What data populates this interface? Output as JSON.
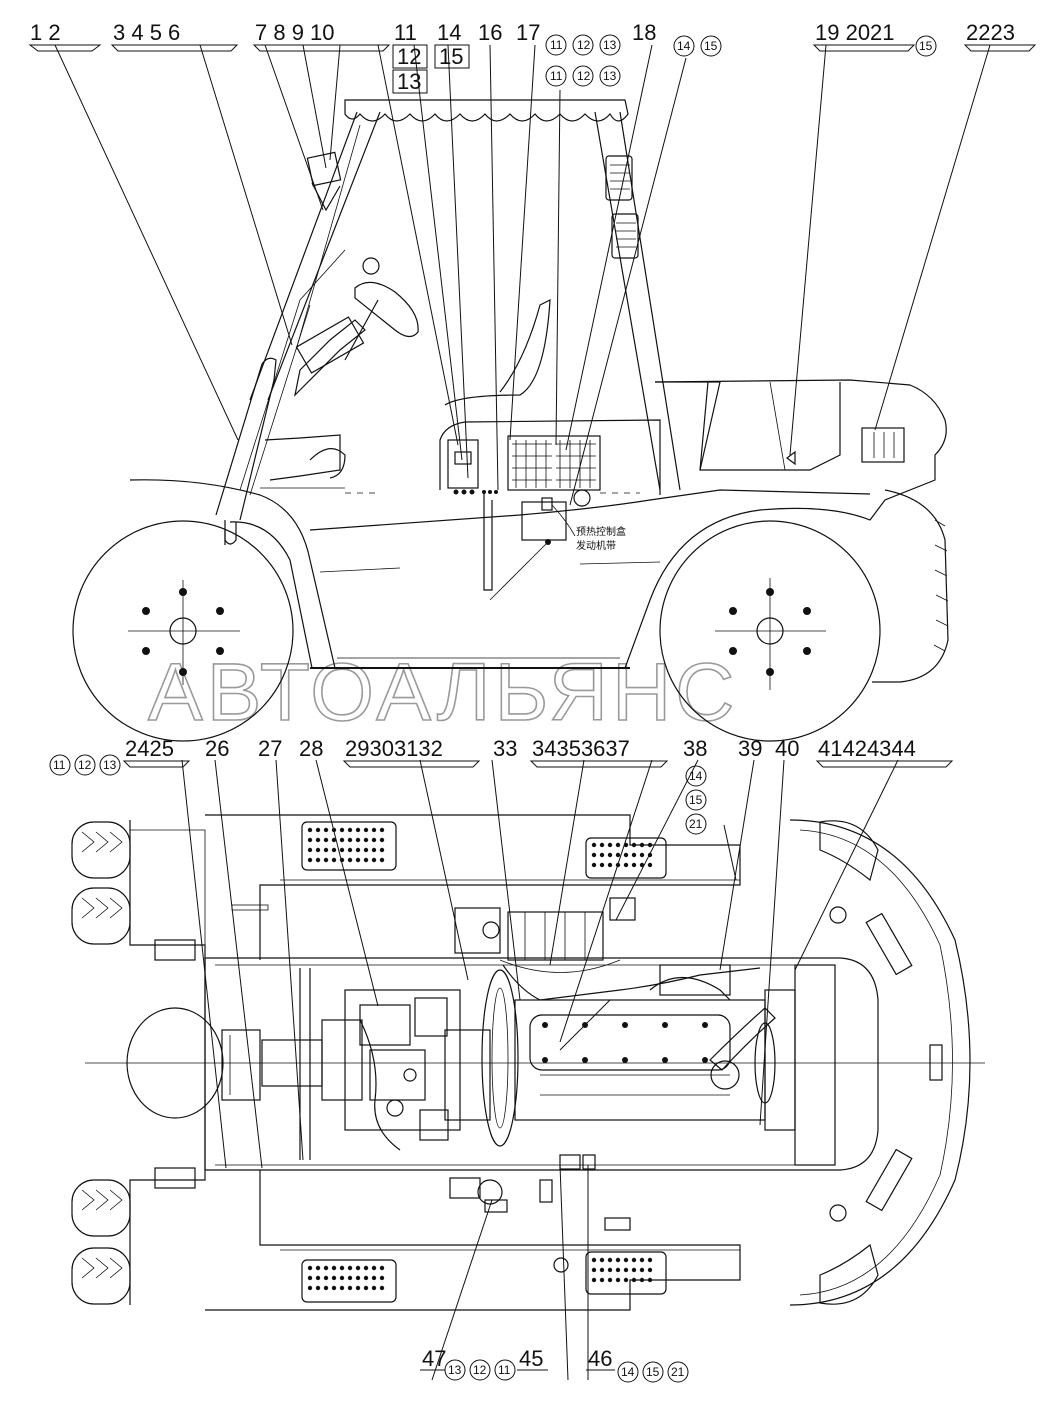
{
  "watermark": "АВТОАЛЬЯНС",
  "side_view": {
    "label_groups": [
      {
        "id": "g1",
        "text": "1  2"
      },
      {
        "id": "g2",
        "text": "3  4  5  6"
      },
      {
        "id": "g3",
        "text": "7  8  9 10"
      },
      {
        "id": "g4",
        "text": "11"
      },
      {
        "id": "g5",
        "text": "14"
      },
      {
        "id": "g6",
        "text": "16"
      },
      {
        "id": "g7",
        "text": "17"
      },
      {
        "id": "g8",
        "text": "18"
      },
      {
        "id": "g9",
        "text": "19 2021"
      },
      {
        "id": "g10",
        "text": "2223"
      }
    ],
    "boxed_labels": [
      "12",
      "13",
      "15"
    ],
    "circled_groups": [
      {
        "id": "c1",
        "nums": [
          "11",
          "12",
          "13"
        ]
      },
      {
        "id": "c2",
        "nums": [
          "11",
          "12",
          "13"
        ]
      },
      {
        "id": "c3",
        "nums": [
          "14",
          "15"
        ]
      },
      {
        "id": "c4",
        "nums": [
          "15"
        ]
      }
    ],
    "box_text_1": "预热控制盒",
    "box_text_2": "发动机带"
  },
  "top_view": {
    "label_groups": [
      {
        "id": "t1",
        "text": "2425"
      },
      {
        "id": "t2",
        "text": "26"
      },
      {
        "id": "t3",
        "text": "27"
      },
      {
        "id": "t4",
        "text": "28"
      },
      {
        "id": "t5",
        "text": "29303132"
      },
      {
        "id": "t6",
        "text": "33"
      },
      {
        "id": "t7",
        "text": "34353637"
      },
      {
        "id": "t8",
        "text": "38"
      },
      {
        "id": "t9",
        "text": "39"
      },
      {
        "id": "t10",
        "text": "40"
      },
      {
        "id": "t11",
        "text": "41424344"
      }
    ],
    "circled_groups": [
      {
        "id": "tc1",
        "nums": [
          "11",
          "12",
          "13"
        ]
      },
      {
        "id": "tc2",
        "nums": [
          "14"
        ]
      },
      {
        "id": "tc3",
        "nums": [
          "15"
        ]
      },
      {
        "id": "tc4",
        "nums": [
          "21"
        ]
      }
    ],
    "bottom_groups": [
      {
        "id": "b1",
        "text": "47"
      },
      {
        "id": "b2",
        "text": "45"
      },
      {
        "id": "b3",
        "text": "46"
      }
    ],
    "bottom_circled": [
      {
        "id": "bc1",
        "nums": [
          "13",
          "12",
          "11"
        ]
      },
      {
        "id": "bc2",
        "nums": [
          "14",
          "15",
          "21"
        ]
      }
    ]
  }
}
